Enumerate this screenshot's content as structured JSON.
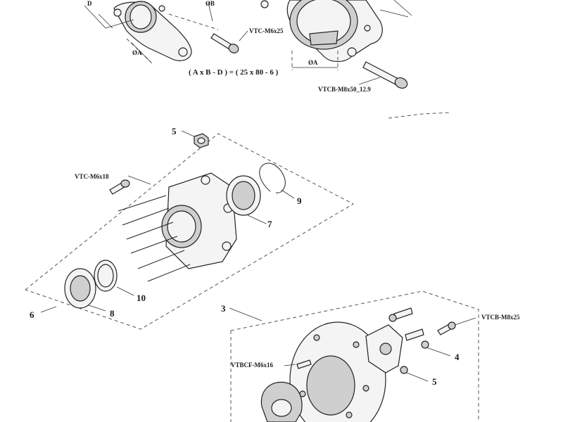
{
  "top_section": {
    "dim_labels": {
      "d": "D",
      "a_left": "ØA",
      "b": "ØB",
      "a_right": "ØA"
    },
    "formula": "( A x B - D ) = ( 25 x 80 - 6 )",
    "bolt_labels": {
      "vtc_m6x25": "VTC-M6x25",
      "vtcb_m8x50": "VTCB-M8x50_12.9"
    }
  },
  "hub_section": {
    "labels": {
      "vtc_m6x18": "VTC-M6x18"
    },
    "callouts": {
      "c5": "5",
      "c6": "6",
      "c7": "7",
      "c8": "8",
      "c9": "9",
      "c10": "10"
    }
  },
  "brake_section": {
    "labels": {
      "vtcb_m8x25": "VTCB-M8x25",
      "vtbcf_m6x16": "VTBCF-M6x16"
    },
    "callouts": {
      "c3": "3",
      "c4": "4",
      "c5": "5"
    }
  }
}
